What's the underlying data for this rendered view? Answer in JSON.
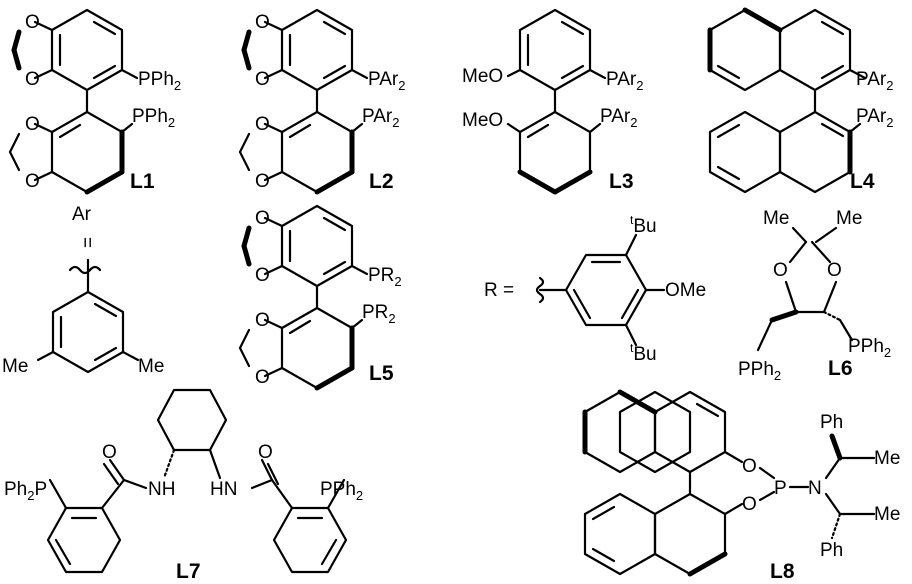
{
  "figure": {
    "compound_ids": [
      "L1",
      "L2",
      "L3",
      "L4",
      "L5",
      "L6",
      "L7",
      "L8"
    ],
    "labels": {
      "pph": "PPh",
      "par": "PAr",
      "pr": "PR",
      "two": "2",
      "meo": "MeO",
      "ome": "OMe",
      "o": "O",
      "p": "P",
      "n": "N",
      "nh": "NH",
      "hn": "HN",
      "ph": "Ph",
      "ph2p": "Ph",
      "ph2p_p": "P",
      "me": "Me",
      "ar": "Ar",
      "eq": "=",
      "r_eq": "R =",
      "bu": "Bu",
      "t": "t"
    }
  }
}
